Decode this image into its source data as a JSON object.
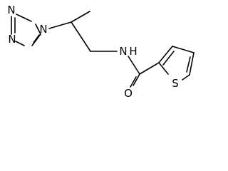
{
  "molecule": {
    "atoms": {
      "n_triazole_top": "N",
      "n_triazole_bottom": "N",
      "n_triazole_attach": "N",
      "n_amide": "N",
      "h_amide": "H",
      "o_carbonyl": "O",
      "s_thiophene": "S"
    }
  }
}
